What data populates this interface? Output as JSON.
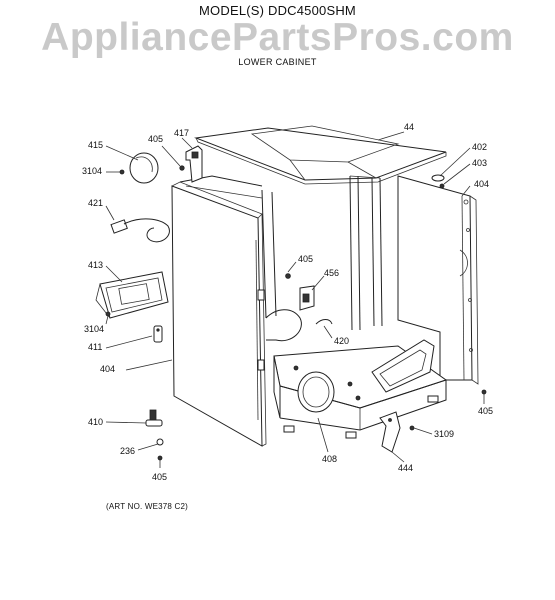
{
  "header": {
    "model_title": "MODEL(S) DDC4500SHM",
    "watermark": "AppliancePartsPros.com",
    "section_title": "LOWER CABINET"
  },
  "footer": {
    "art_number": "(ART NO. WE378 C2)"
  },
  "callouts": {
    "c44": "44",
    "c402": "402",
    "c403": "403",
    "c404_right": "404",
    "c415": "415",
    "c405_top": "405",
    "c417": "417",
    "c3104_top": "3104",
    "c421": "421",
    "c413": "413",
    "c3104_bottom": "3104",
    "c411": "411",
    "c404_left": "404",
    "c405_mid": "405",
    "c456": "456",
    "c420": "420",
    "c405_right": "405",
    "c410": "410",
    "c236": "236",
    "c405_bottom": "405",
    "c408": "408",
    "c3109": "3109",
    "c444": "444"
  }
}
